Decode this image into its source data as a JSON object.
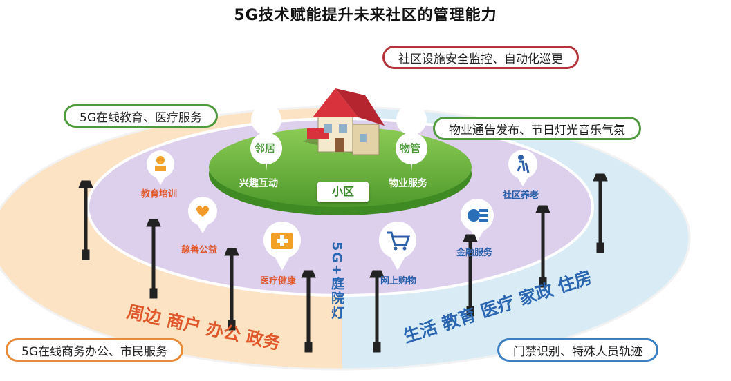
{
  "title": "5G技术赋能提升未来社区的管理能力",
  "callouts": {
    "top_right": "社区设施安全监控、自动化巡更",
    "left_upper": "5G在线教育、医疗服务",
    "right_upper": "物业通告发布、节日灯光音乐气氛",
    "bottom_left": "5G在线商务办公、市民服务",
    "bottom_right": "门禁识别、特殊人员轨迹"
  },
  "center": {
    "label": "小区",
    "left_pin": "邻居",
    "left_caption": "兴趣互动",
    "right_pin": "物管",
    "right_caption": "物业服务"
  },
  "services": {
    "education": "教育培训",
    "charity": "慈善公益",
    "medical": "医疗健康",
    "shopping": "网上购物",
    "finance": "金融服务",
    "elderly": "社区养老"
  },
  "vertical_text": "5G+庭院灯",
  "ring_left_text": "周边 商户 办公 政务",
  "ring_right_text": "生活 教育 医疗 家政 住房",
  "colors": {
    "outer_left": "#fbe3c4",
    "outer_right": "#d9ecf6",
    "middle_ring": "#dcd0ec",
    "center_green": "#6cb33f",
    "orange_text": "#e0572a",
    "blue_text": "#2a66b0"
  }
}
